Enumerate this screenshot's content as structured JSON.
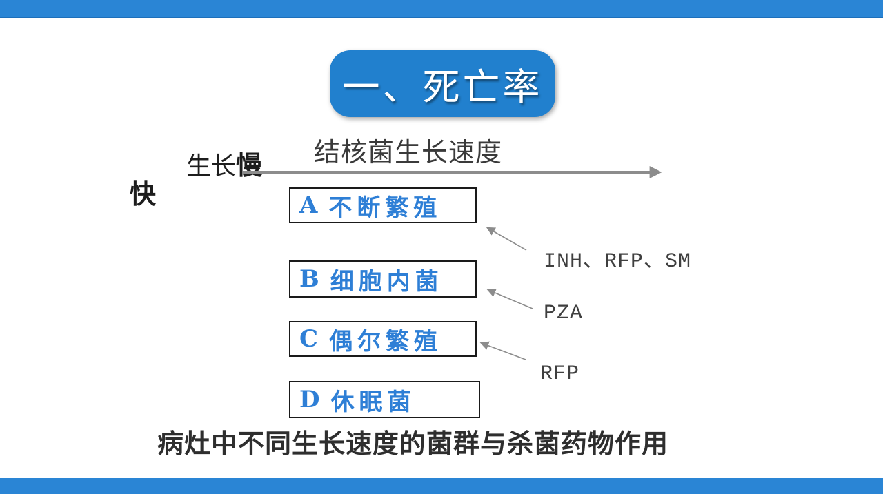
{
  "slide_title": "一、死亡率",
  "diagram": {
    "axis_title": "结核菌生长速度",
    "slow_label": {
      "prefix": "生长",
      "emphasis": "慢"
    },
    "fast_label": "快",
    "boxes": [
      {
        "letter": "A",
        "name": "不断繁殖"
      },
      {
        "letter": "B",
        "name": "细胞内菌"
      },
      {
        "letter": "C",
        "name": "偶尔繁殖"
      },
      {
        "letter": "D",
        "name": "休眠菌"
      }
    ],
    "drug_labels": [
      "INH、RFP、SM",
      "PZA",
      "RFP"
    ]
  },
  "caption": "病灶中不同生长速度的菌群与杀菌药物作用",
  "colors": {
    "accent_bar": "#2A85D5",
    "banner": "#2180CE",
    "box_text": "#2E7FD6",
    "arrow": "#8C8C8C",
    "text_dark": "#3A3A3A"
  }
}
